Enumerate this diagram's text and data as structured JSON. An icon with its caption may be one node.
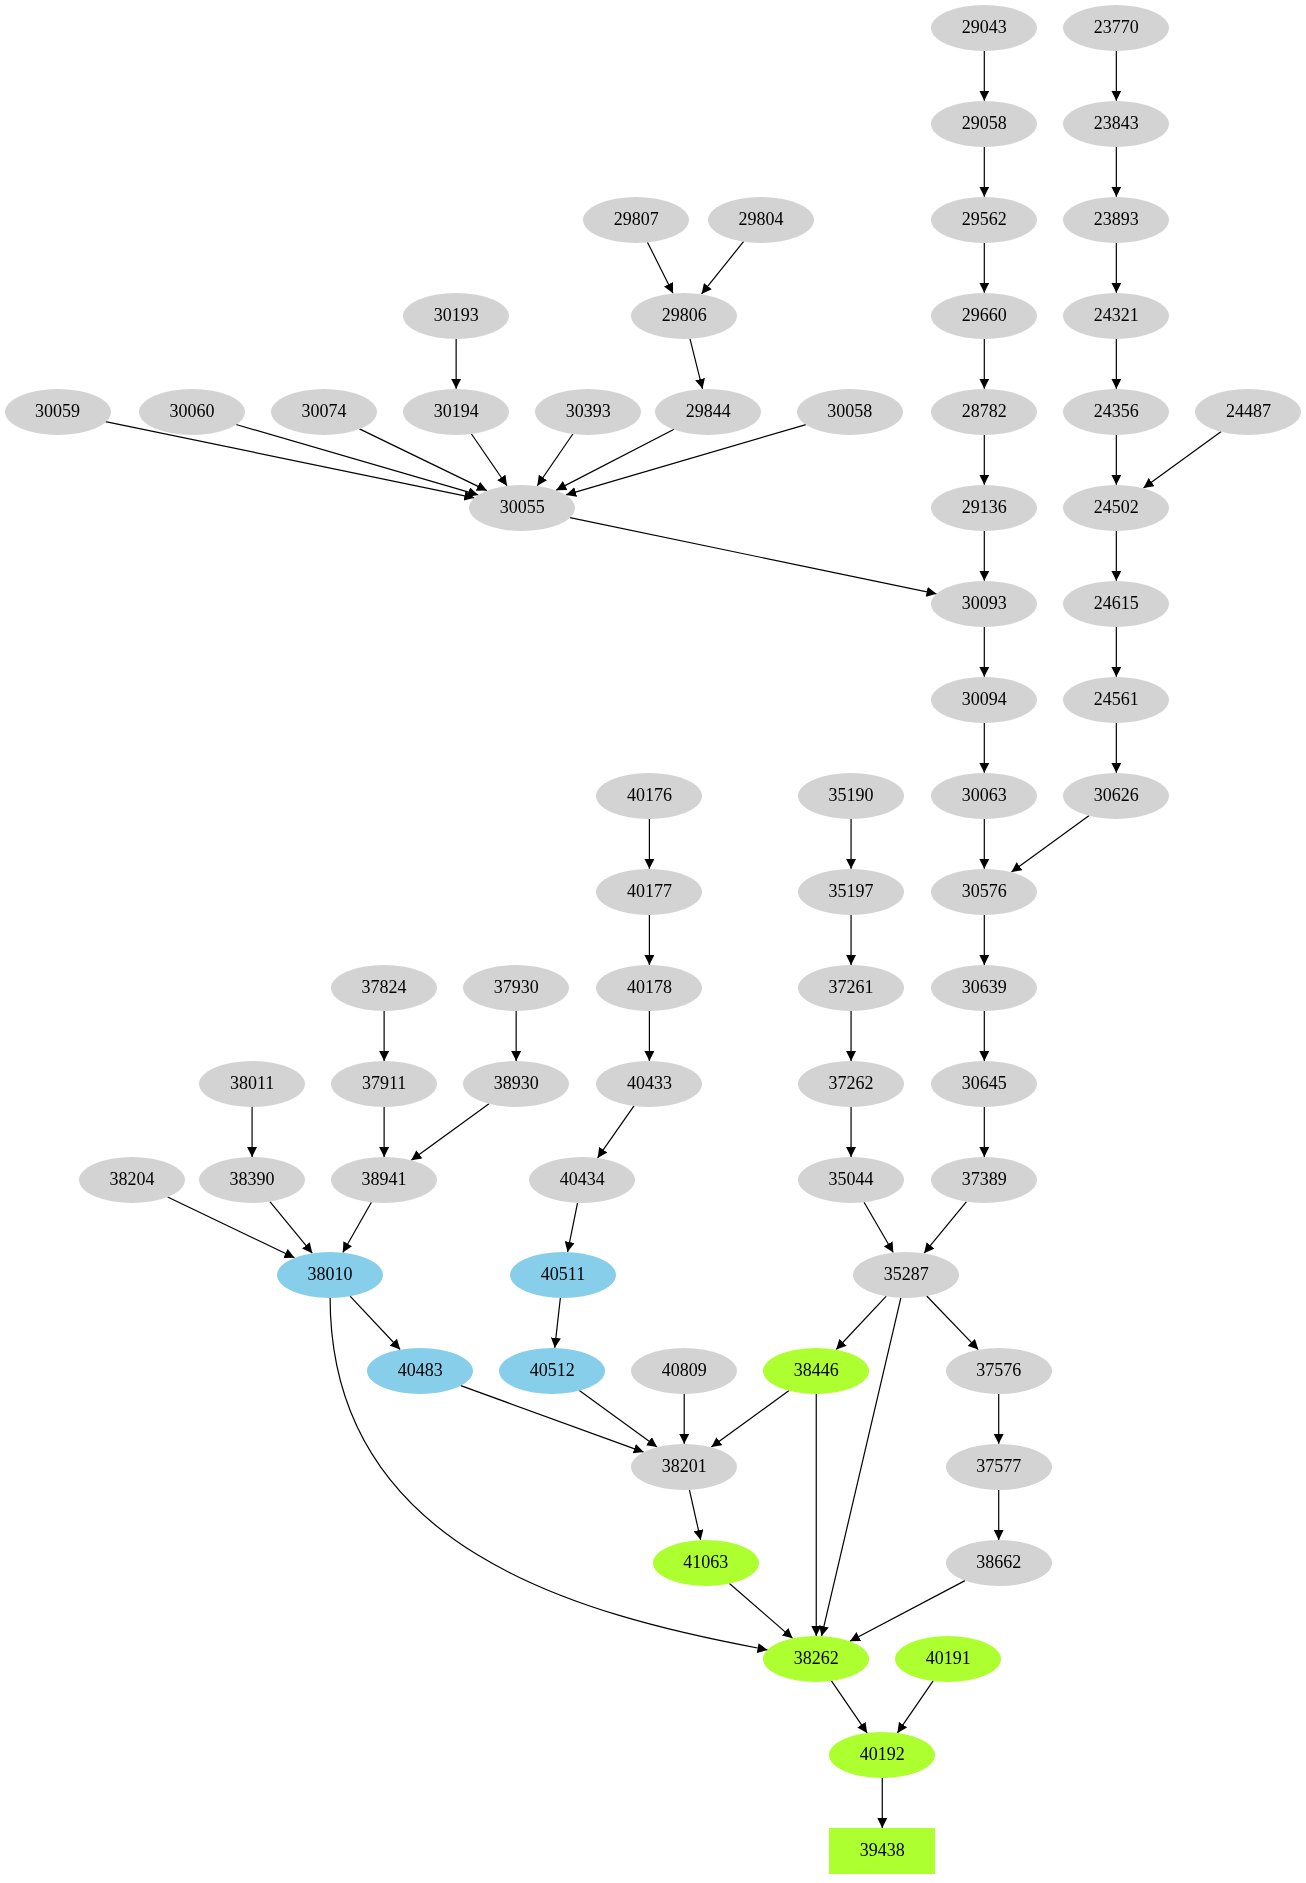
{
  "diagram": {
    "nodes": [
      {
        "text": [
          "29043"
        ]
      },
      {
        "text": [
          "23770"
        ]
      },
      {
        "text": [
          "29058"
        ]
      },
      {
        "text": [
          "23843"
        ]
      },
      {
        "text": [
          "29807"
        ]
      },
      {
        "text": [
          "29804"
        ]
      },
      {
        "text": [
          "29562"
        ]
      },
      {
        "text": [
          "23893"
        ]
      },
      {
        "text": [
          "30193"
        ]
      },
      {
        "text": [
          "29806"
        ]
      },
      {
        "text": [
          "29660"
        ]
      },
      {
        "text": [
          "24321"
        ]
      },
      {
        "text": [
          "30059"
        ]
      },
      {
        "text": [
          "30060"
        ]
      },
      {
        "text": [
          "30074"
        ]
      },
      {
        "text": [
          "30194"
        ]
      },
      {
        "text": [
          "30393"
        ]
      },
      {
        "text": [
          "29844"
        ]
      },
      {
        "text": [
          "30058"
        ]
      },
      {
        "text": [
          "28782"
        ]
      },
      {
        "text": [
          "24356"
        ]
      },
      {
        "text": [
          "24487"
        ]
      },
      {
        "text": [
          "30055"
        ]
      },
      {
        "text": [
          "29136"
        ]
      },
      {
        "text": [
          "24502"
        ]
      },
      {
        "text": [
          "30093"
        ]
      },
      {
        "text": [
          "24615"
        ]
      },
      {
        "text": [
          "30094"
        ]
      },
      {
        "text": [
          "24561"
        ]
      },
      {
        "text": [
          "40176"
        ]
      },
      {
        "text": [
          "35190"
        ]
      },
      {
        "text": [
          "30063"
        ]
      },
      {
        "text": [
          "30626"
        ]
      },
      {
        "text": [
          "40177"
        ]
      },
      {
        "text": [
          "35197"
        ]
      },
      {
        "text": [
          "30576"
        ]
      },
      {
        "text": [
          "37824"
        ]
      },
      {
        "text": [
          "37930"
        ]
      },
      {
        "text": [
          "40178"
        ]
      },
      {
        "text": [
          "37261"
        ]
      },
      {
        "text": [
          "30639"
        ]
      },
      {
        "text": [
          "38011"
        ]
      },
      {
        "text": [
          "37911"
        ]
      },
      {
        "text": [
          "38930"
        ]
      },
      {
        "text": [
          "40433"
        ]
      },
      {
        "text": [
          "37262"
        ]
      },
      {
        "text": [
          "30645"
        ]
      },
      {
        "text": [
          "38204"
        ]
      },
      {
        "text": [
          "38390"
        ]
      },
      {
        "text": [
          "38941"
        ]
      },
      {
        "text": [
          "40434"
        ]
      },
      {
        "text": [
          "35044"
        ]
      },
      {
        "text": [
          "37389"
        ]
      },
      {
        "text": [
          "38010"
        ]
      },
      {
        "text": [
          "40511"
        ]
      },
      {
        "text": [
          "35287"
        ]
      },
      {
        "text": [
          "40483"
        ]
      },
      {
        "text": [
          "40512"
        ]
      },
      {
        "text": [
          "40809"
        ]
      },
      {
        "text": [
          "38446"
        ]
      },
      {
        "text": [
          "37576"
        ]
      },
      {
        "text": [
          "38201"
        ]
      },
      {
        "text": [
          "37577"
        ]
      },
      {
        "text": [
          "41063"
        ]
      },
      {
        "text": [
          "38662"
        ]
      },
      {
        "text": [
          "38262"
        ]
      },
      {
        "text": [
          "40191"
        ]
      },
      {
        "text": [
          "40192"
        ]
      },
      {
        "text": [
          "39438"
        ]
      }
    ],
    "edges": [
      {
        "from": 0,
        "to": 2,
        "arrow": "to"
      },
      {
        "from": 2,
        "to": 6,
        "arrow": "to"
      },
      {
        "from": 6,
        "to": 10,
        "arrow": "to"
      },
      {
        "from": 10,
        "to": 19,
        "arrow": "to"
      },
      {
        "from": 19,
        "to": 23,
        "arrow": "to"
      },
      {
        "from": 23,
        "to": 25,
        "arrow": "to"
      },
      {
        "from": 1,
        "to": 3,
        "arrow": "to"
      },
      {
        "from": 3,
        "to": 7,
        "arrow": "to"
      },
      {
        "from": 7,
        "to": 11,
        "arrow": "to"
      },
      {
        "from": 11,
        "to": 20,
        "arrow": "to"
      },
      {
        "from": 20,
        "to": 24,
        "arrow": "to"
      },
      {
        "from": 21,
        "to": 24,
        "arrow": "to"
      },
      {
        "from": 24,
        "to": 26,
        "arrow": "to"
      },
      {
        "from": 26,
        "to": 28,
        "arrow": "to"
      },
      {
        "from": 28,
        "to": 32,
        "arrow": "to"
      },
      {
        "from": 4,
        "to": 9,
        "arrow": "to"
      },
      {
        "from": 5,
        "to": 9,
        "arrow": "to"
      },
      {
        "from": 9,
        "to": 17,
        "arrow": "to"
      },
      {
        "from": 8,
        "to": 15,
        "arrow": "to"
      },
      {
        "from": 12,
        "to": 22,
        "arrow": "to"
      },
      {
        "from": 13,
        "to": 22,
        "arrow": "to"
      },
      {
        "from": 14,
        "to": 22,
        "arrow": "to"
      },
      {
        "from": 15,
        "to": 22,
        "arrow": "to"
      },
      {
        "from": 16,
        "to": 22,
        "arrow": "to"
      },
      {
        "from": 17,
        "to": 22,
        "arrow": "to"
      },
      {
        "from": 18,
        "to": 22,
        "arrow": "to"
      },
      {
        "from": 22,
        "to": 25,
        "arrow": "to"
      },
      {
        "from": 25,
        "to": 27,
        "arrow": "to"
      },
      {
        "from": 27,
        "to": 31,
        "arrow": "to"
      },
      {
        "from": 31,
        "to": 35,
        "arrow": "to"
      },
      {
        "from": 32,
        "to": 35,
        "arrow": "to"
      },
      {
        "from": 35,
        "to": 40,
        "arrow": "to"
      },
      {
        "from": 40,
        "to": 46,
        "arrow": "to"
      },
      {
        "from": 46,
        "to": 52,
        "arrow": "to"
      },
      {
        "from": 29,
        "to": 33,
        "arrow": "to"
      },
      {
        "from": 33,
        "to": 38,
        "arrow": "to"
      },
      {
        "from": 38,
        "to": 44,
        "arrow": "to"
      },
      {
        "from": 44,
        "to": 50,
        "arrow": "to"
      },
      {
        "from": 50,
        "to": 54,
        "arrow": "to"
      },
      {
        "from": 54,
        "to": 57,
        "arrow": "to"
      },
      {
        "from": 30,
        "to": 34,
        "arrow": "to"
      },
      {
        "from": 34,
        "to": 39,
        "arrow": "to"
      },
      {
        "from": 39,
        "to": 45,
        "arrow": "to"
      },
      {
        "from": 45,
        "to": 51,
        "arrow": "to"
      },
      {
        "from": 51,
        "to": 55,
        "arrow": "to"
      },
      {
        "from": 52,
        "to": 55,
        "arrow": "to"
      },
      {
        "from": 36,
        "to": 42,
        "arrow": "to"
      },
      {
        "from": 37,
        "to": 43,
        "arrow": "to"
      },
      {
        "from": 41,
        "to": 48,
        "arrow": "to"
      },
      {
        "from": 42,
        "to": 49,
        "arrow": "to"
      },
      {
        "from": 43,
        "to": 49,
        "arrow": "to"
      },
      {
        "from": 47,
        "to": 53,
        "arrow": "to"
      },
      {
        "from": 48,
        "to": 53,
        "arrow": "to"
      },
      {
        "from": 49,
        "to": 53,
        "arrow": "to"
      },
      {
        "from": 53,
        "to": 56,
        "arrow": "to"
      },
      {
        "from": 53,
        "to": 65,
        "arrow": "to"
      },
      {
        "from": 55,
        "to": 59,
        "arrow": "to"
      },
      {
        "from": 55,
        "to": 60,
        "arrow": "to"
      },
      {
        "from": 55,
        "to": 65,
        "arrow": "to"
      },
      {
        "from": 56,
        "to": 61,
        "arrow": "to"
      },
      {
        "from": 57,
        "to": 61,
        "arrow": "to"
      },
      {
        "from": 58,
        "to": 61,
        "arrow": "to"
      },
      {
        "from": 59,
        "to": 61,
        "arrow": "to"
      },
      {
        "from": 59,
        "to": 65,
        "arrow": "to"
      },
      {
        "from": 61,
        "to": 63,
        "arrow": "to"
      },
      {
        "from": 63,
        "to": 65,
        "arrow": "to"
      },
      {
        "from": 60,
        "to": 62,
        "arrow": "to"
      },
      {
        "from": 62,
        "to": 64,
        "arrow": "to"
      },
      {
        "from": 64,
        "to": 65,
        "arrow": "to"
      },
      {
        "from": 65,
        "to": 67,
        "arrow": "to"
      },
      {
        "from": 66,
        "to": 67,
        "arrow": "to"
      },
      {
        "from": 67,
        "to": 68,
        "arrow": "to"
      }
    ]
  }
}
